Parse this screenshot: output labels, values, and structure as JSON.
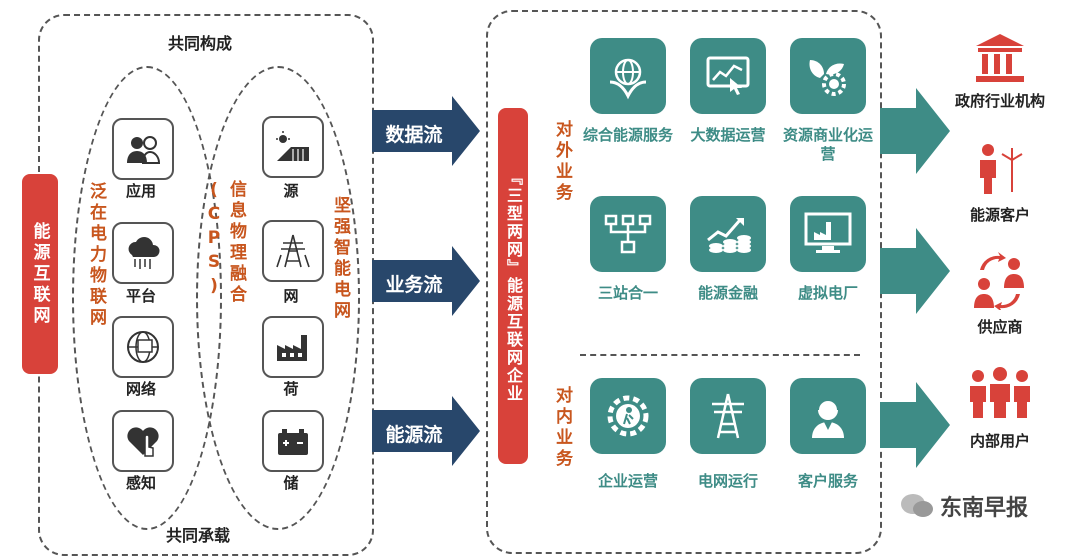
{
  "left_section": {
    "top_label": "共同构成",
    "bottom_label": "共同承载",
    "main_label": "能源互联网",
    "col1_title": "泛在电力物联网",
    "col2_title": "信息物理融合(CPS)",
    "col3_title": "坚强智能电网",
    "col1_items": [
      "应用",
      "平台",
      "网络",
      "感知"
    ],
    "col3_items": [
      "源",
      "网",
      "荷",
      "储"
    ]
  },
  "flows": [
    "数据流",
    "业务流",
    "能源流"
  ],
  "enterprise_label": "『三型两网』能源互联网企业",
  "external_label": "对外业务",
  "internal_label": "对内业务",
  "business_items": [
    {
      "icon": "globe-leaf-icon",
      "label": "综合能源服务"
    },
    {
      "icon": "bigdata-screen-icon",
      "label": "大数据运营"
    },
    {
      "icon": "gear-leaf-icon",
      "label": "资源商业化运营"
    },
    {
      "icon": "org-chart-icon",
      "label": "三站合一"
    },
    {
      "icon": "coin-growth-icon",
      "label": "能源金融"
    },
    {
      "icon": "virtual-plant-icon",
      "label": "虚拟电厂"
    },
    {
      "icon": "gear-person-icon",
      "label": "企业运营"
    },
    {
      "icon": "pylon-icon",
      "label": "电网运行"
    },
    {
      "icon": "service-agent-icon",
      "label": "客户服务"
    }
  ],
  "customers": [
    "政府行业机构",
    "能源客户",
    "供应商",
    "内部用户"
  ],
  "watermark": "东南早报",
  "colors": {
    "red": "#d8423a",
    "teal": "#3e8c86",
    "orange": "#c8561e",
    "navy": "#28476b"
  }
}
